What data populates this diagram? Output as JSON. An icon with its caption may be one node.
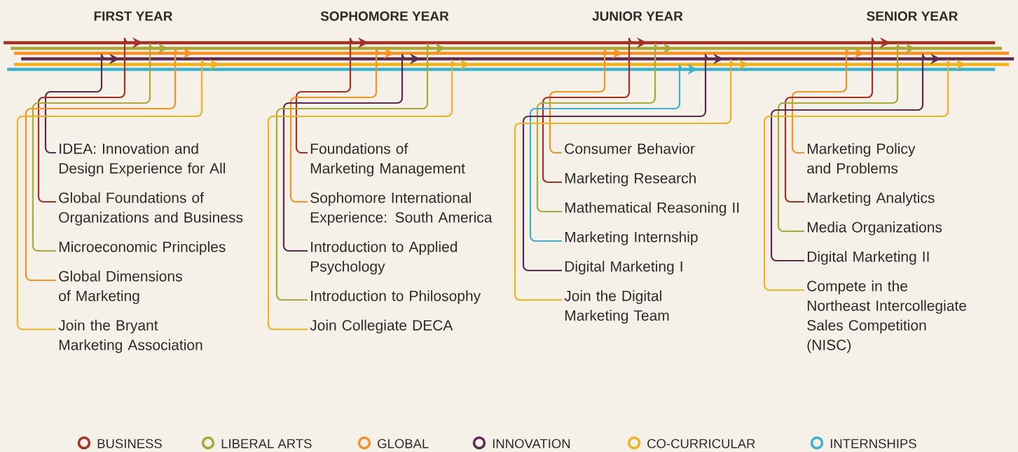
{
  "diagram": {
    "nodes": [
      {
        "text": [],
        "shape": "bar"
      },
      {
        "text": [],
        "shape": "bar"
      },
      {
        "text": [],
        "shape": "bar"
      },
      {
        "text": [],
        "shape": "bar"
      },
      {
        "text": [],
        "shape": "bar"
      },
      {
        "text": [],
        "shape": "bar"
      },
      {
        "text": [
          "IDEA: Innovation and Design Experience for All"
        ]
      },
      {
        "text": [
          "Global Foundations of Organizations and Business"
        ]
      },
      {
        "text": [
          "Microeconomic Principles"
        ]
      },
      {
        "text": [
          "Global Dimensions of Marketing"
        ]
      },
      {
        "text": [
          "Join the Bryant Marketing Association"
        ]
      },
      {
        "text": [
          "Foundations of Marketing Management"
        ]
      },
      {
        "text": [
          "Sophomore International Experience: South America"
        ]
      },
      {
        "text": [
          "Introduction to Applied Psychology"
        ]
      },
      {
        "text": [
          "Introduction to Philosophy"
        ]
      },
      {
        "text": [
          "Join Collegiate DECA"
        ]
      },
      {
        "text": [
          "Consumer Behavior"
        ]
      },
      {
        "text": [
          "Marketing Research"
        ]
      },
      {
        "text": [
          "Mathematical Reasoning II"
        ]
      },
      {
        "text": [
          "Marketing Internship"
        ]
      },
      {
        "text": [
          "Digital Marketing I"
        ]
      },
      {
        "text": [
          "Join the Digital Marketing Team"
        ]
      },
      {
        "text": [
          "Marketing Policy and Problems"
        ]
      },
      {
        "text": [
          "Marketing Analytics"
        ]
      },
      {
        "text": [
          "Media Organizations"
        ]
      },
      {
        "text": [
          "Digital Marketing II"
        ]
      },
      {
        "text": [
          "Compete in the Northeast Intercollegiate Sales Competition (NISC)"
        ]
      }
    ],
    "edges": [
      {
        "from": 6,
        "to": 3,
        "arrow": "to",
        "color": "#5c2b4f"
      },
      {
        "from": 7,
        "to": 0,
        "arrow": "to",
        "color": "#a33224"
      },
      {
        "from": 8,
        "to": 1,
        "arrow": "to",
        "color": "#a8a93a"
      },
      {
        "from": 9,
        "to": 2,
        "arrow": "to",
        "color": "#f39325"
      },
      {
        "from": 10,
        "to": 4,
        "arrow": "to",
        "color": "#efb321"
      },
      {
        "from": 11,
        "to": 0,
        "arrow": "to",
        "color": "#a33224"
      },
      {
        "from": 12,
        "to": 2,
        "arrow": "to",
        "color": "#f39325"
      },
      {
        "from": 13,
        "to": 3,
        "arrow": "to",
        "color": "#5c2b4f"
      },
      {
        "from": 14,
        "to": 1,
        "arrow": "to",
        "color": "#a8a93a"
      },
      {
        "from": 15,
        "to": 4,
        "arrow": "to",
        "color": "#efb321"
      },
      {
        "from": 16,
        "to": 2,
        "arrow": "to",
        "color": "#f39325"
      },
      {
        "from": 17,
        "to": 0,
        "arrow": "to",
        "color": "#a33224"
      },
      {
        "from": 18,
        "to": 1,
        "arrow": "to",
        "color": "#a8a93a"
      },
      {
        "from": 19,
        "to": 5,
        "arrow": "to",
        "color": "#3db1cc"
      },
      {
        "from": 20,
        "to": 3,
        "arrow": "to",
        "color": "#5c2b4f"
      },
      {
        "from": 21,
        "to": 4,
        "arrow": "to",
        "color": "#efb321"
      },
      {
        "from": 22,
        "to": 2,
        "arrow": "to",
        "color": "#f39325"
      },
      {
        "from": 23,
        "to": 0,
        "arrow": "to",
        "color": "#a33224"
      },
      {
        "from": 24,
        "to": 1,
        "arrow": "to",
        "color": "#a8a93a"
      },
      {
        "from": 25,
        "to": 3,
        "arrow": "to",
        "color": "#5c2b4f"
      },
      {
        "from": 26,
        "to": 4,
        "arrow": "to",
        "color": "#efb321"
      }
    ],
    "labels": [
      "FIRST YEAR",
      "SOPHOMORE YEAR",
      "JUNIOR YEAR",
      "SENIOR YEAR"
    ],
    "legend": [
      {
        "text": "BUSINESS",
        "color": "#a33224"
      },
      {
        "text": "LIBERAL ARTS",
        "color": "#a8a93a"
      },
      {
        "text": "GLOBAL",
        "color": "#f39325"
      },
      {
        "text": "INNOVATION",
        "color": "#5c2b4f"
      },
      {
        "text": "CO-CURRICULAR",
        "color": "#efb321"
      },
      {
        "text": "INTERNSHIPS",
        "color": "#3db1cc"
      }
    ]
  }
}
